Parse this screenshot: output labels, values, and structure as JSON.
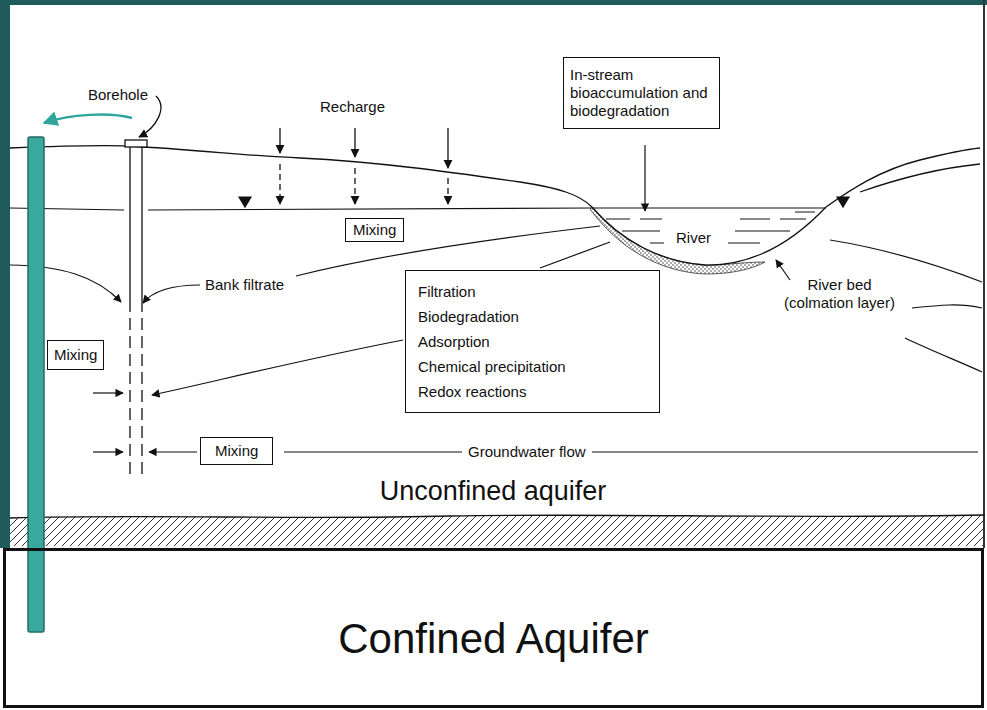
{
  "diagram": {
    "nodes": [
      {
        "text": [
          "In-stream bioaccumulation and biodegradation"
        ]
      },
      {
        "text": [
          "Mixing"
        ]
      },
      {
        "text": [
          "Filtration",
          "Biodegradation",
          "Adsorption",
          "Chemical precipitation",
          "Redox reactions"
        ]
      },
      {
        "text": [
          "Mixing"
        ]
      },
      {
        "text": [
          "Mixing"
        ]
      },
      {
        "text": [
          "Confined Aquifer"
        ]
      }
    ],
    "labels": [
      "Borehole",
      "Recharge",
      "River",
      "Bank filtrate",
      "River bed (colmation layer)",
      "Groundwater flow",
      "Unconfined aquifer"
    ]
  }
}
